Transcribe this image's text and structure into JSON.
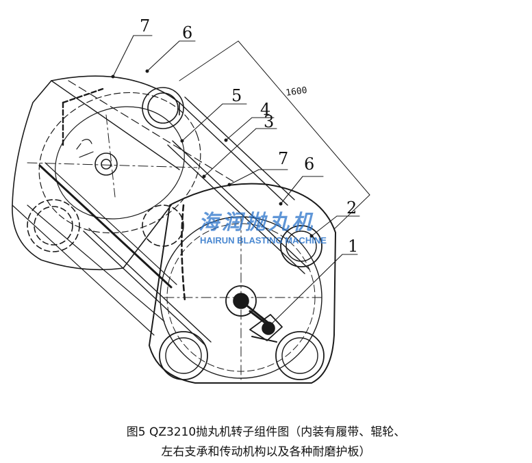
{
  "labels": {
    "top_7": "7",
    "top_6": "6",
    "label_5": "5",
    "label_4": "4",
    "label_3": "3",
    "mid_7": "7",
    "mid_6": "6",
    "label_2": "2",
    "label_1": "1"
  },
  "dimension": "1600",
  "watermark": {
    "cn": "海润抛丸机",
    "en": "HAIRUN BLASTING MACHINE"
  },
  "caption": {
    "line1": "图5 QZ3210抛丸机转子组件图（内装有履带、辊轮、",
    "line2": "左右支承和传动机构以及各种耐磨护板）"
  },
  "colors": {
    "line": "#1a1a1a",
    "watermark": "#2a73c9"
  }
}
